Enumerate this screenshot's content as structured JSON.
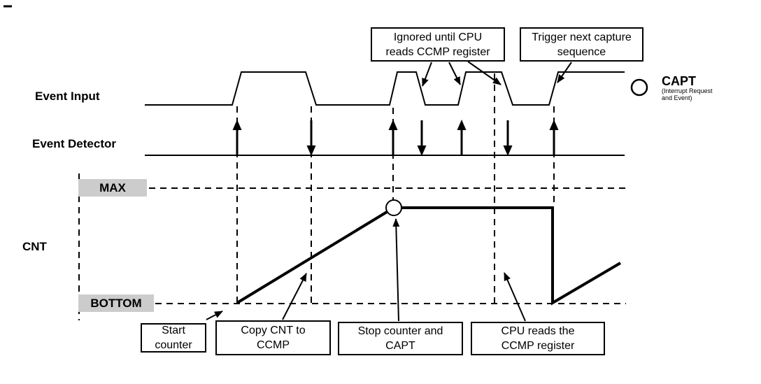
{
  "figure": {
    "signal_labels": {
      "event_input": "Event Input",
      "event_detector": "Event Detector",
      "cnt": "CNT"
    },
    "level_labels": {
      "max": "MAX",
      "bottom": "BOTTOM"
    },
    "capt": {
      "name": "CAPT",
      "desc_line1": "(Interrupt Request",
      "desc_line2": "and Event)"
    },
    "callouts": {
      "ignored": {
        "lines": [
          "Ignored until CPU",
          "reads CCMP register"
        ]
      },
      "trigger": {
        "lines": [
          "Trigger next capture",
          "sequence"
        ]
      },
      "start_counter": {
        "lines": [
          "Start",
          "counter"
        ]
      },
      "copy_cnt": {
        "lines": [
          "Copy CNT to",
          "CCMP"
        ]
      },
      "stop_counter": {
        "lines": [
          "Stop counter and",
          "CAPT"
        ]
      },
      "cpu_reads": {
        "lines": [
          "CPU reads the",
          "CCMP register"
        ]
      }
    },
    "colors": {
      "line": "#000000",
      "label_background": "#cccccc",
      "background": "#ffffff"
    }
  }
}
